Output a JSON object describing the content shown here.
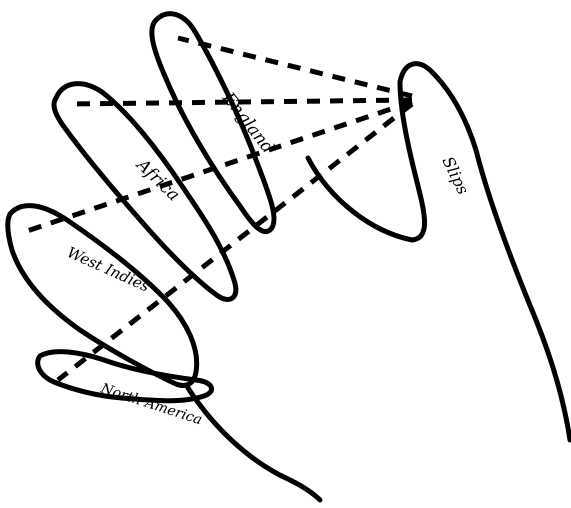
{
  "diagram": {
    "hub": "Slips",
    "regions": [
      "England",
      "Africa",
      "West Indies",
      "North America"
    ],
    "connection_style": "dashed",
    "ink_color": "#000000",
    "background_color": "#ffffff"
  }
}
